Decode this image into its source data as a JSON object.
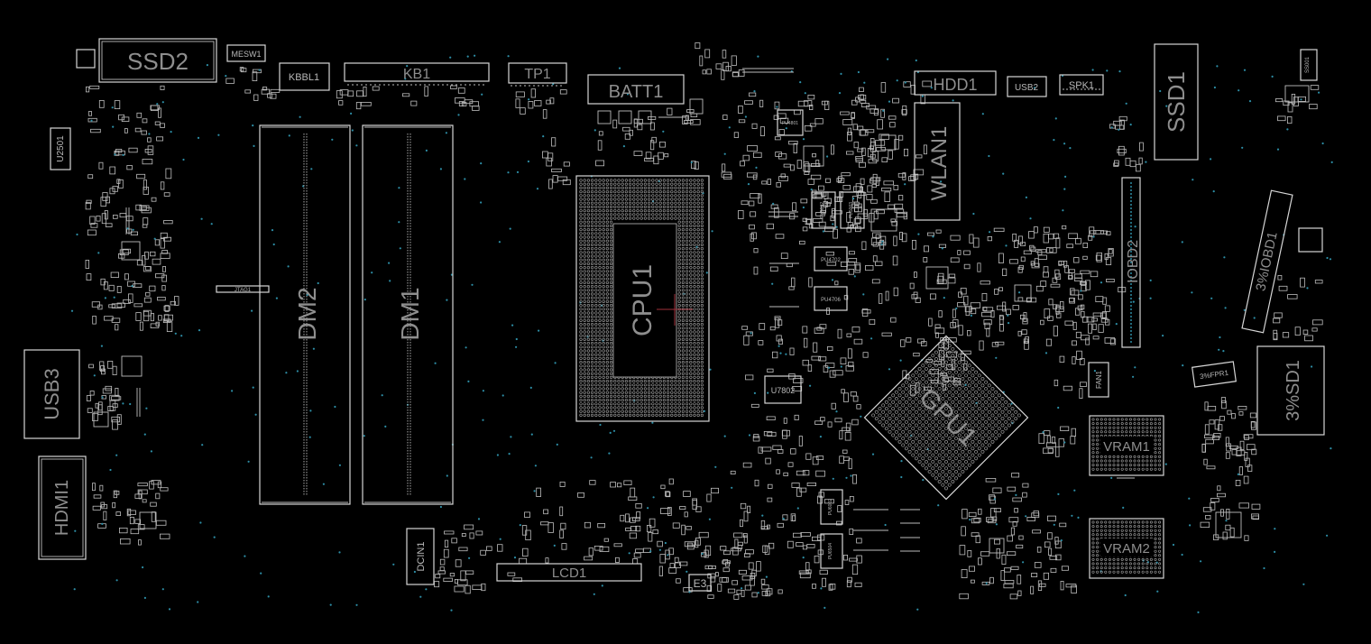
{
  "board": {
    "background": "#000000",
    "outline_color": "#d6d6d6",
    "label_color": "#8e8e8e",
    "via_color": "#2d8ea6",
    "cursor_color": "#a0303a"
  },
  "components": {
    "ssd2": "SSD2",
    "mesw1": "MESW1",
    "kbbl1": "KBBL1",
    "kb1": "KB1",
    "tp1": "TP1",
    "batt1": "BATT1",
    "hdd1": "HDD1",
    "usb2": "USB2",
    "spk1": "SPK1",
    "ssd1": "SSD1",
    "u2501": "U2501",
    "usb3": "USB3",
    "hdmi1": "HDMI1",
    "dm2": "DM2",
    "dm1": "DM1",
    "cpu1": "CPU1",
    "wlan1": "WLAN1",
    "iobd2": "IOBD2",
    "iobd1": "3%IOBD1",
    "gpu1": "GPU1",
    "vram1": "VRAM1",
    "vram2": "VRAM2",
    "fan1": "FAN1",
    "fpr1": "3%FPR1",
    "sd1": "3%SD1",
    "dcin1": "DCIN1",
    "lcd1": "LCD1",
    "e3": "E3",
    "u7802": "U7802",
    "pu4702": "PU4702",
    "pu4706": "PU4706",
    "pu5002": "PU5002",
    "pu5003": "PU5003",
    "pu6002": "PU6002",
    "pu6504": "PU6504",
    "jtag1": "JTAG1",
    "pu4801": "PU4801",
    "ss001": "SS001"
  }
}
